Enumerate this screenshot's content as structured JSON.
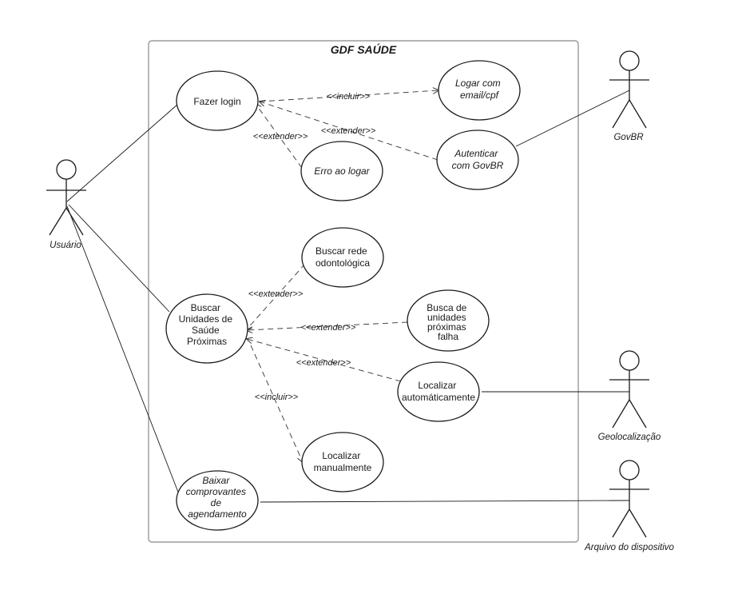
{
  "system": {
    "title": "GDF SAÚDE"
  },
  "actors": {
    "usuario": "Usuário",
    "govbr": "GovBR",
    "geolocalizacao": "Geolocalização",
    "arquivo": "Arquivo do dispositivo"
  },
  "use_cases": {
    "fazer_login": [
      "Fazer login"
    ],
    "logar_email": [
      "Logar com",
      "email/cpf"
    ],
    "autenticar_govbr": [
      "Autenticar",
      "com GovBR"
    ],
    "erro_logar": [
      "Erro ao logar"
    ],
    "buscar_rede": [
      "Buscar rede",
      "odontológica"
    ],
    "buscar_unidades": [
      "Buscar",
      "Unidades de",
      "Saúde",
      "Próximas"
    ],
    "busca_falha": [
      "Busca de",
      "unidades",
      "próximas",
      "falha"
    ],
    "localizar_auto": [
      "Localizar",
      "automáticamente"
    ],
    "localizar_manual": [
      "Localizar",
      "manualmente"
    ],
    "baixar_comprovantes": [
      "Baixar",
      "comprovantes",
      "de",
      "agendamento"
    ]
  },
  "relations": {
    "incluir_login": "<<incluir>>",
    "extender_govbr": "<<extender>>",
    "extender_erro": "<<extender>>",
    "extender_rede": "<<extender>>",
    "extender_falha": "<<extender>>",
    "extender_auto": "<<extender>>",
    "incluir_manual": "<<incluir>>"
  }
}
